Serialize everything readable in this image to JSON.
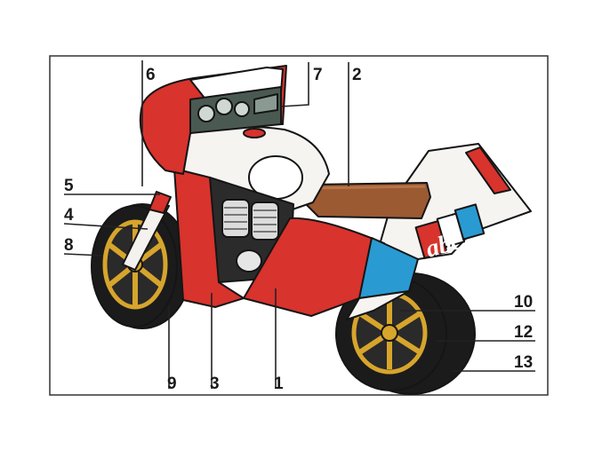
{
  "diagram": {
    "subject": "motorcycle-parts",
    "labels": [
      "1",
      "2",
      "3",
      "4",
      "5",
      "6",
      "7",
      "8",
      "9",
      "10",
      "12",
      "13"
    ],
    "fairing_text": "abc",
    "colors": {
      "body_red": "#d8332c",
      "body_white": "#f6f4f1",
      "accent_blue": "#2a9ad2",
      "seat_brown": "#9b5a32",
      "tire_black": "#1b1b1b",
      "rim_yellow": "#d7a52c",
      "outline": "#151515"
    }
  }
}
